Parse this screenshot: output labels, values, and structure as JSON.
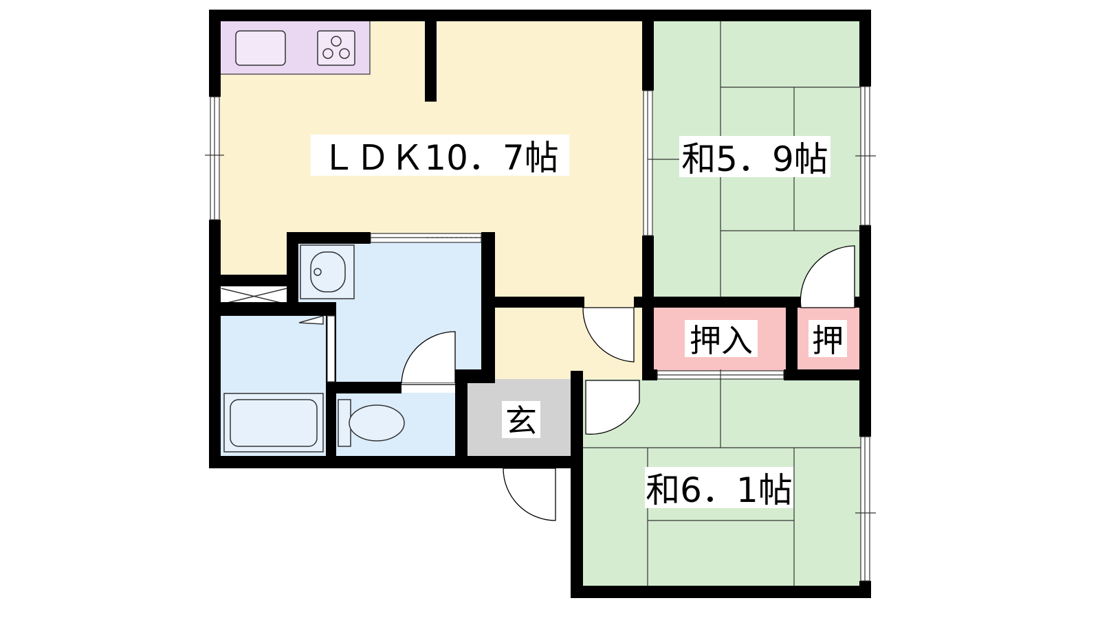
{
  "rooms": {
    "ldk": {
      "label": "ＬＤＫ10．7帖"
    },
    "washitsu_a": {
      "label": "和5．9帖"
    },
    "washitsu_b": {
      "label": "和6．1帖"
    },
    "oshiire": {
      "label": "押入"
    },
    "oshi": {
      "label": "押"
    },
    "genkan": {
      "label": "玄"
    }
  },
  "colors": {
    "ldk": "#fdf2d0",
    "tatami": "#d5ecd0",
    "water": "#dbecfb",
    "storage": "#f9c3c3",
    "entry": "#d2d2d2",
    "kitchen_counter": "#ead8f2",
    "wall": "#000000"
  }
}
